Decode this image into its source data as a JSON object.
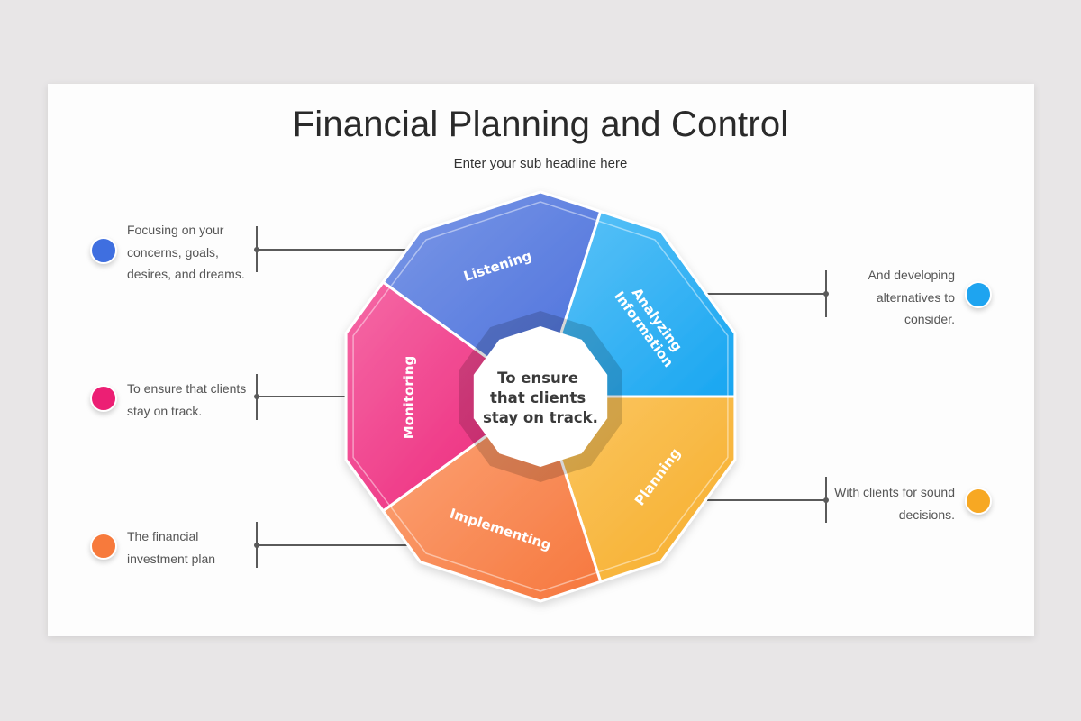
{
  "header": {
    "title": "Financial Planning and Control",
    "subtitle": "Enter your sub headline here"
  },
  "wheel": {
    "center_text": [
      "To ensure",
      "that clients",
      "stay on track."
    ],
    "segments": [
      {
        "name": "Listening",
        "label": "Listening",
        "color_start": "#7b98e6",
        "color_end": "#4a6fdc"
      },
      {
        "name": "Analyzing Information",
        "label_line1": "Analyzing",
        "label_line2": "Information",
        "color_start": "#5ec3f7",
        "color_end": "#18a6f1"
      },
      {
        "name": "Planning",
        "label": "Planning",
        "color_start": "#fbc763",
        "color_end": "#f6ad2a"
      },
      {
        "name": "Implementing",
        "label": "Implementing",
        "color_start": "#fca67a",
        "color_end": "#f6773d"
      },
      {
        "name": "Monitoring",
        "label": "Monitoring",
        "color_start": "#f56aa6",
        "color_end": "#ec2278"
      }
    ]
  },
  "notes": {
    "listening": {
      "lines": [
        "Focusing on your",
        "concerns, goals,",
        "desires, and dreams."
      ],
      "color": "#3f6fe0"
    },
    "monitoring": {
      "lines": [
        "To ensure that clients",
        "stay on track."
      ],
      "color": "#ec1f74"
    },
    "implementing": {
      "lines": [
        "The financial",
        "investment plan"
      ],
      "color": "#f77a3c"
    },
    "analyzing": {
      "lines": [
        "And developing",
        "alternatives to",
        "consider."
      ],
      "color": "#1ea4f0"
    },
    "planning": {
      "lines": [
        "With clients for sound",
        "decisions."
      ],
      "color": "#f7a823"
    }
  }
}
